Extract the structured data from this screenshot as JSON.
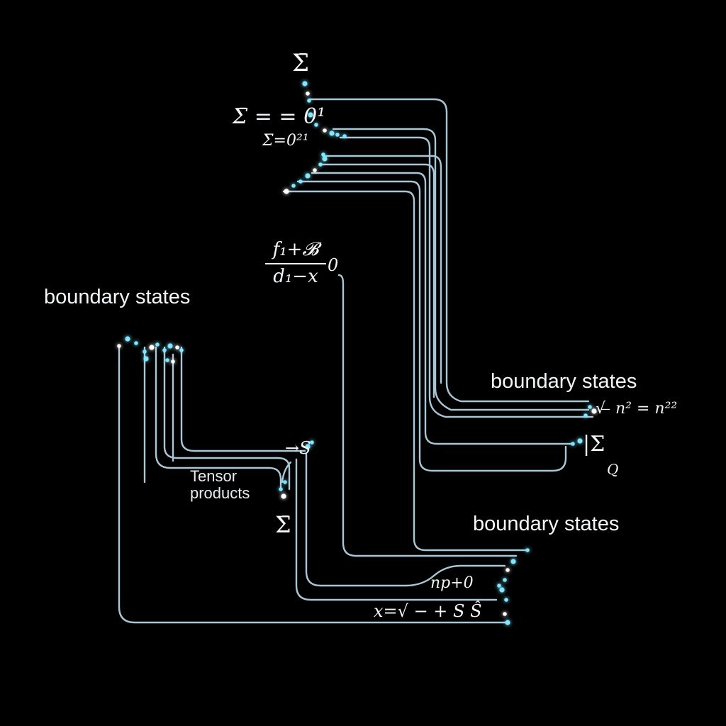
{
  "labels": {
    "boundary_left": "boundary states",
    "boundary_right_top": "boundary states",
    "boundary_right_bottom": "boundary states",
    "tensor": "Tensor\nproducts"
  },
  "math": {
    "sigma_top": "Σ̄",
    "sigma_eq": "Σ̄ = = 0¹",
    "sigma_eq_sub": "Σ=0²¹",
    "frac_num": "f₁+𝓑",
    "frac_den": "d₁−x",
    "frac_tail": "0",
    "right_sqrt": "√ ̶ n² = n²²",
    "right_sigma": "|Σ",
    "right_sigma_sub": "Q",
    "s_arrow": "→S",
    "sigma_mid": "Σ̄",
    "np": "np+0",
    "x_eq": "x=√ − + S  Ŝ"
  },
  "colors": {
    "background": "#000000",
    "wire": "#a9c6d6",
    "glow": "#7fe6ff",
    "text": "#f4f6f8"
  }
}
